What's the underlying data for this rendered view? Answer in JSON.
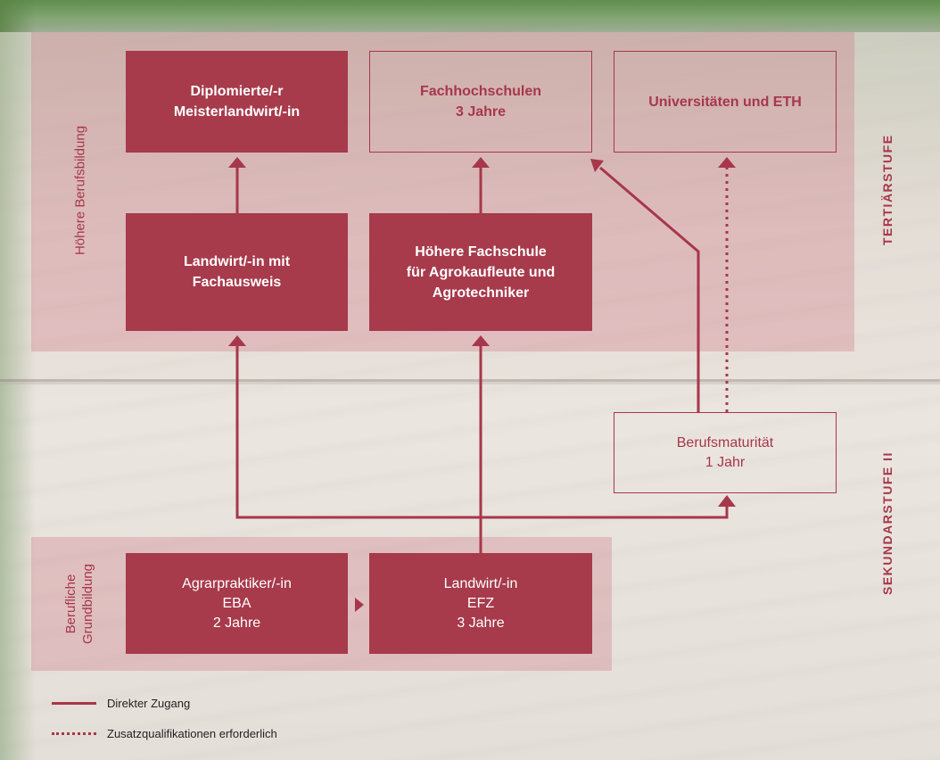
{
  "colors": {
    "accent": "#a7374a",
    "box_fill": "#a73a4b",
    "zone_fill": "rgba(205,110,125,0.30)"
  },
  "zones": {
    "hoehere_berufsbildung": "Höhere Berufsbildung",
    "berufliche_grundbildung": "Berufliche\nGrundbildung"
  },
  "stages": {
    "tertiaer": "TERTIÄRSTUFE",
    "sekundar": "SEKUNDARSTUFE II"
  },
  "boxes": {
    "meisterlandwirt": {
      "line1": "Diplomierte/-r",
      "line2": "Meisterlandwirt/-in"
    },
    "fachhochschulen": {
      "line1": "Fachhochschulen",
      "line2": "3 Jahre"
    },
    "universitaeten": {
      "line1": "Universitäten und ETH"
    },
    "landwirt_fachausweis": {
      "line1": "Landwirt/-in mit",
      "line2": "Fachausweis"
    },
    "hoehere_fachschule": {
      "line1": "Höhere Fachschule",
      "line2": "für Agrokaufleute und",
      "line3": "Agrotechniker"
    },
    "berufsmaturitaet": {
      "line1": "Berufsmaturität",
      "line2": "1 Jahr"
    },
    "agrarpraktiker": {
      "line1": "Agrarpraktiker/-in",
      "line2": "EBA",
      "line3": "2 Jahre"
    },
    "landwirt_efz": {
      "line1": "Landwirt/-in",
      "line2": "EFZ",
      "line3": "3 Jahre"
    }
  },
  "legend": {
    "direct": "Direkter Zugang",
    "additional": "Zusatzqualifikationen erforderlich"
  }
}
